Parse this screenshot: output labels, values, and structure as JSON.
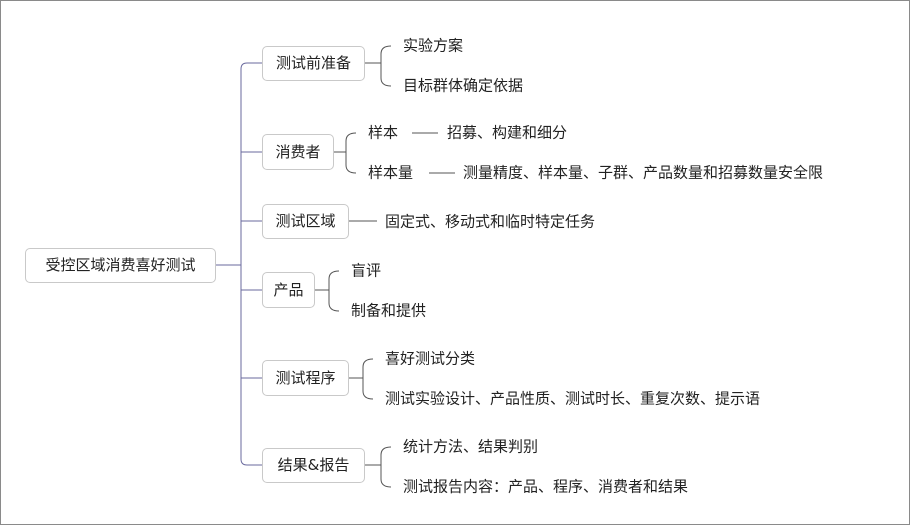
{
  "root": "受控区域消费喜好测试",
  "branches": [
    {
      "label": "测试前准备",
      "children": [
        "实验方案",
        "目标群体确定依据"
      ]
    },
    {
      "label": "消费者",
      "children": [
        {
          "label": "样本",
          "detail": "招募、构建和细分"
        },
        {
          "label": "样本量",
          "detail": "测量精度、样本量、子群、产品数量和招募数量安全限"
        }
      ]
    },
    {
      "label": "测试区域",
      "children": [
        "固定式、移动式和临时特定任务"
      ]
    },
    {
      "label": "产品",
      "children": [
        "盲评",
        "制备和提供"
      ]
    },
    {
      "label": "测试程序",
      "children": [
        "喜好测试分类",
        "测试实验设计、产品性质、测试时长、重复次数、提示语"
      ]
    },
    {
      "label": "结果&报告",
      "children": [
        "统计方法、结果判别",
        "测试报告内容：产品、程序、消费者和结果"
      ]
    }
  ],
  "colors": {
    "root_link": "#6a6a9e",
    "link": "#555555",
    "node_border": "#c9c9c9"
  }
}
